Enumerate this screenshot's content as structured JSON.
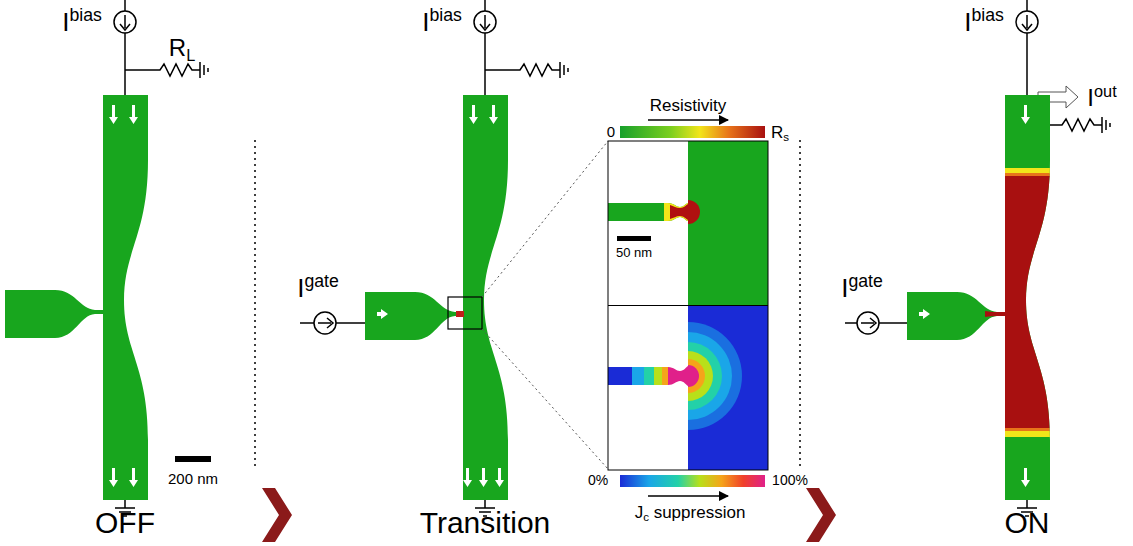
{
  "diagram": {
    "labels": [
      "Ibias",
      "RL",
      "200 nm",
      "OFF",
      "Ibias",
      "Igate",
      "Resistivity",
      "0",
      "Rs",
      "50 nm",
      "Jc suppression",
      "0%",
      "100%",
      "Transition",
      "Ibias",
      "Iout",
      "Igate",
      "ON"
    ]
  }
}
